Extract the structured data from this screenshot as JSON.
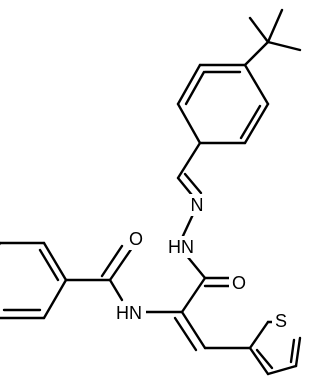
{
  "molecule": {
    "atoms": {
      "o_amide": "O",
      "nh_amide": "HN",
      "nh_hydrazide": "HN",
      "n_imine": "N",
      "o_carbonyl": "O",
      "s_thiophene": "S"
    }
  }
}
